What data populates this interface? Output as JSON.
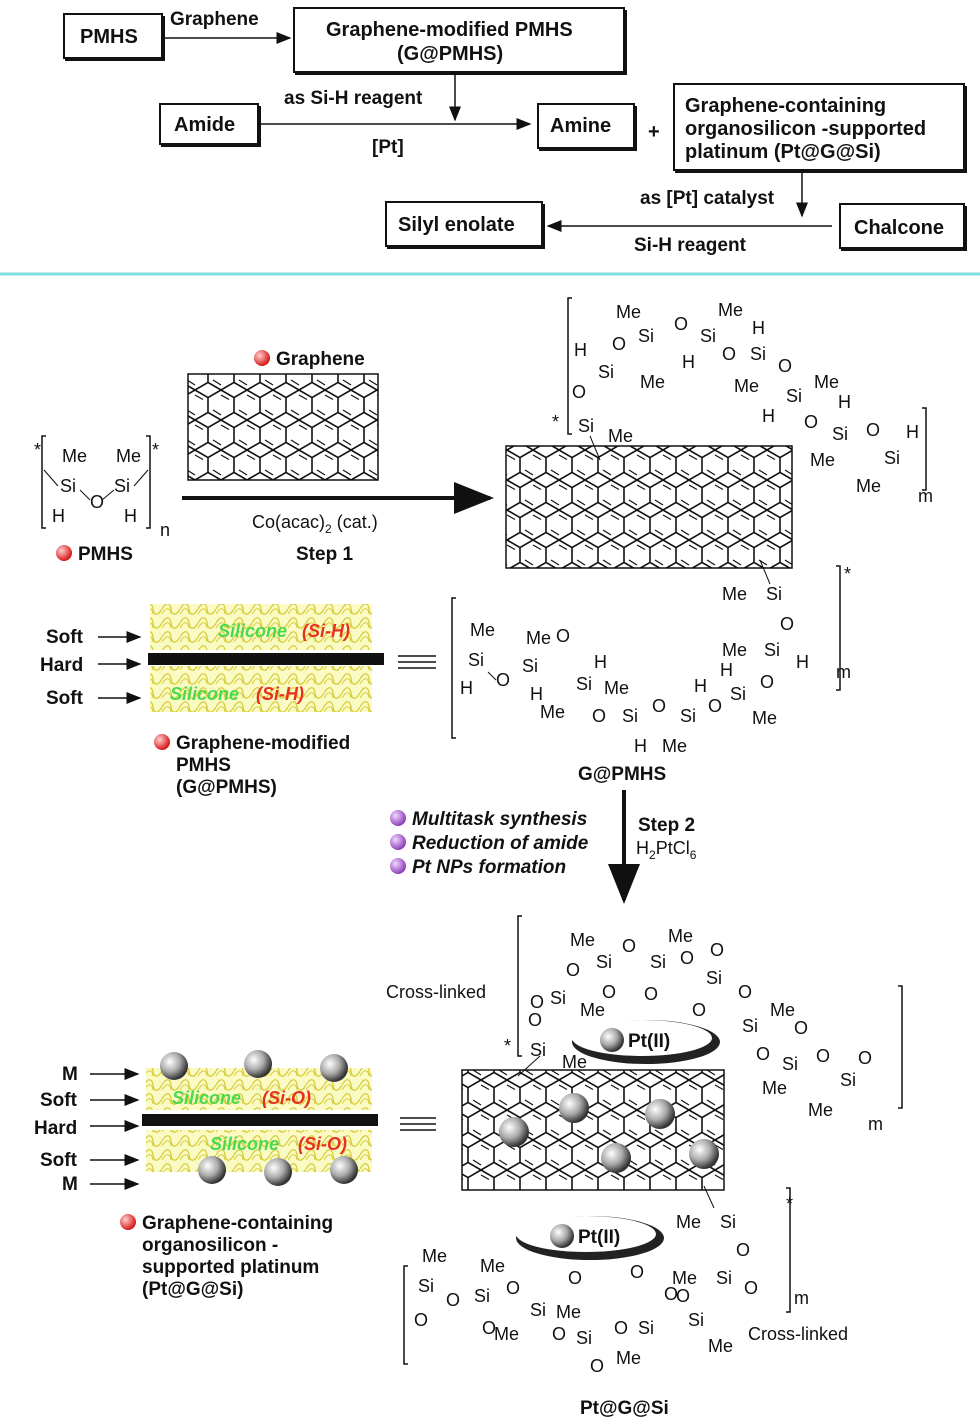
{
  "scheme": {
    "pmhs": "PMHS",
    "graphene_arrow": "Graphene",
    "gpmhs_line1": "Graphene-modified PMHS",
    "gpmhs_line2": "(G@PMHS)",
    "as_sih_reagent": "as Si-H reagent",
    "amide": "Amide",
    "pt_bracket": "[Pt]",
    "amine": "Amine",
    "plus": "+",
    "ptgsi_line1": "Graphene-containing",
    "ptgsi_line2": "organosilicon -supported",
    "ptgsi_line3": "platinum (Pt@G@Si)",
    "as_pt_catalyst": "as [Pt] catalyst",
    "silyl_enolate": "Silyl enolate",
    "chalcone": "Chalcone",
    "sih_reagent": "Si-H reagent"
  },
  "step1": {
    "graphene_bullet": "Graphene",
    "pmhs_bullet": "PMHS",
    "catalyst": "Co(acac)",
    "catalyst_sub": "2",
    "catalyst_tail": " (cat.)",
    "step_label": "Step 1",
    "subscript_n": "n",
    "subscript_m": "m"
  },
  "gpmhs_panel": {
    "soft": "Soft",
    "hard": "Hard",
    "silicone": "Silicone",
    "sih": "(Si-H)",
    "name_line1": "Graphene-modified",
    "name_line2": "PMHS",
    "name_line3": "(G@PMHS)",
    "product_label": "G@PMHS"
  },
  "step2": {
    "bullet1": "Multitask synthesis",
    "bullet2": "Reduction of amide",
    "bullet3": "Pt NPs formation",
    "step_label": "Step 2",
    "reagent_main": "H",
    "reagent_sub1": "2",
    "reagent_mid": "PtCl",
    "reagent_sub2": "6"
  },
  "ptgsi_panel": {
    "m": "M",
    "soft": "Soft",
    "hard": "Hard",
    "silicone": "Silicone",
    "sio": "(Si-O)",
    "name_line1": "Graphene-containing",
    "name_line2": "organosilicon -",
    "name_line3": "supported platinum",
    "name_line4": "(Pt@G@Si)",
    "cross_linked": "Cross-linked",
    "pt_ii": "Pt(II)",
    "product_label": "Pt@G@Si"
  },
  "atoms": {
    "me": "Me",
    "si": "Si",
    "o": "O",
    "h": "H",
    "star": "*"
  },
  "colors": {
    "divider": "#7fdede",
    "silicone_yellow": "#f2f05a",
    "green_text": "#4cd94c",
    "red_text": "#e8301e",
    "bullet_red": "#e84040",
    "bullet_purple": "#b060c8"
  }
}
